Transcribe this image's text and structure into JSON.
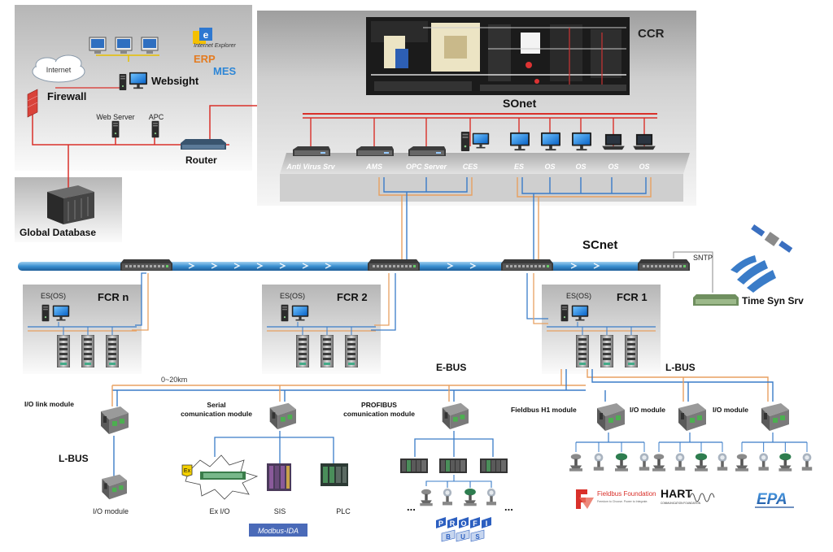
{
  "top": {
    "internet": "Internet",
    "firewall": "Firewall",
    "websight": "Websight",
    "ie_text": "Internet Explorer",
    "erp": "ERP",
    "mes": "MES",
    "web_server": "Web Server",
    "apc": "APC",
    "router": "Router",
    "global_database": "Global Database"
  },
  "ccr": {
    "label": "CCR",
    "sonet": "SOnet",
    "stations": [
      "Anti Virus Srv",
      "AMS",
      "OPC Server",
      "CES",
      "ES",
      "OS",
      "OS",
      "OS",
      "OS"
    ]
  },
  "scnet": {
    "label": "SCnet",
    "sntp": "SNTP",
    "time_server": "Time Syn Srv"
  },
  "fcr": [
    {
      "label": "FCR n",
      "es": "ES(OS)"
    },
    {
      "label": "FCR 2",
      "es": "ES(OS)"
    },
    {
      "label": "FCR 1",
      "es": "ES(OS)"
    }
  ],
  "field": {
    "distance": "0~20km",
    "ebus": "E-BUS",
    "lbus_right": "L-BUS",
    "lbus_left": "L-BUS",
    "io_link_module": "I/O link module",
    "serial_line1": "Serial",
    "serial_line2": "comunication module",
    "profibus_line1": "PROFIBUS",
    "profibus_line2": "comunication module",
    "fieldbus_h1": "Fieldbus H1 module",
    "io_module_1": "I/O module",
    "io_module_2": "I/O module",
    "io_module_bottom": "I/O module",
    "ex_badge": "Ex",
    "ex_io": "Ex I/O",
    "sis": "SIS",
    "plc": "PLC",
    "modbus": "Modbus-IDA",
    "dots_left": "...",
    "dots_right": "...",
    "profi": "PROFI",
    "bus": "BUS",
    "ff": "Fieldbus Foundation",
    "ff_sub": "Freedom to Choose. Power to Integrate.",
    "hart": "HART",
    "hart_sub": "COMMUNICATION FOUNDATION",
    "epa": "EPA"
  },
  "colors": {
    "ethernet_red": "#d9302a",
    "bus_orange": "#e8a060",
    "bus_blue": "#3a7cc8",
    "scnet_blue": "#5aa6dc",
    "panel_gray": "#d6d6d6",
    "ccr_gray": "#c4c4c4"
  }
}
